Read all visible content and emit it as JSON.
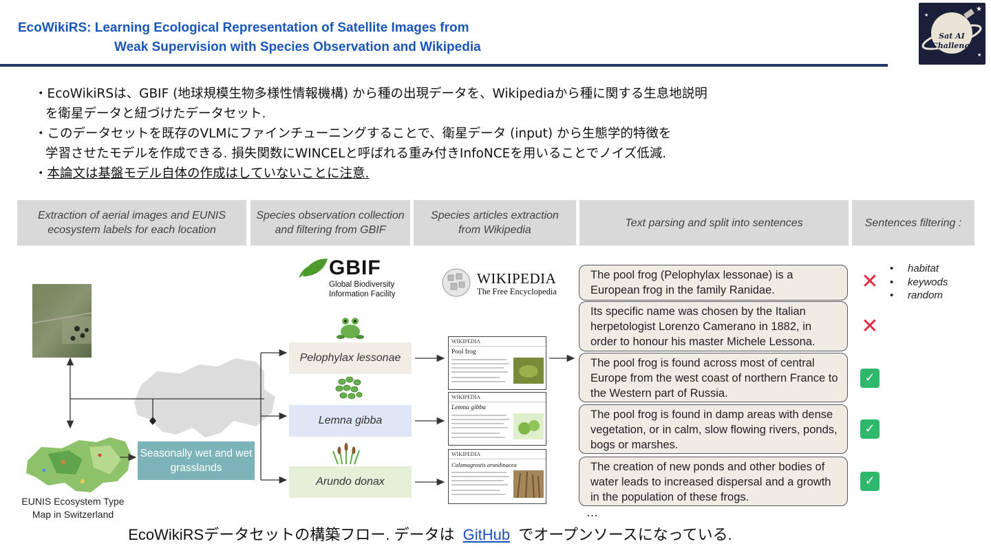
{
  "slide": {
    "title_line1": "EcoWikiRS: Learning Ecological Representation of Satellite Images from",
    "title_line2": "Weak Supervision with Species Observation and Wikipedia",
    "logo_text": "Sat AI Challenge"
  },
  "bullets": {
    "b1_line1": "・EcoWikiRSは、GBIF (地球規模生物多様性情報機構) から種の出現データを、Wikipediaから種に関する生息地説明",
    "b1_line2": "を衛星データと紐づけたデータセット.",
    "b2_line1": "・このデータセットを既存のVLMにファインチューニングすることで、衛星データ (input) から生態学的特徴を",
    "b2_line2": "学習させたモデルを作成できる. 損失関数にWINCELと呼ばれる重み付きInfoNCEを用いることでノイズ低減.",
    "b3_prefix": "・",
    "b3_underlined": "本論文は基盤モデル自体の作成はしていないことに注意."
  },
  "headers": [
    "Extraction of aerial images and EUNIS ecosystem labels for each location",
    "Species observation collection and filtering from GBIF",
    "Species articles extraction from  Wikipedia",
    "Text parsing and split into sentences",
    "Sentences filtering :"
  ],
  "gbif": {
    "name": "GBIF",
    "line1": "Global Biodiversity",
    "line2": "Information Facility"
  },
  "wikipedia": {
    "name": "WIKIPEDIA",
    "tagline": "The Free Encyclopedia"
  },
  "species": [
    "Pelophylax lessonae",
    "Lemna gibba",
    "Arundo donax"
  ],
  "thumbnails": [
    {
      "site": "WIKIPEDIA",
      "title": "Pool frog"
    },
    {
      "site": "WIKIPEDIA",
      "title": "Lemna gibba"
    },
    {
      "site": "WIKIPEDIA",
      "title": "Calamagrostis arundinacea"
    }
  ],
  "ecosystem_label": "Seasonally wet and wet grasslands",
  "eunis_caption": "EUNIS Ecosystem Type Map in Switzerland",
  "sentences": [
    {
      "text": "The pool frog (Pelophylax lessonae) is a European frog in the family Ranidae.",
      "status": "rejected"
    },
    {
      "text": "Its specific name was chosen by the Italian herpetologist Lorenzo Camerano in 1882, in order to honour his master Michele Lessona.",
      "status": "rejected"
    },
    {
      "text": "The pool frog is found across most of central Europe from the west coast of northern France to the Western part of Russia.",
      "status": "accepted"
    },
    {
      "text": "The pool frog is found in damp areas with dense vegetation, or in calm, slow flowing rivers, ponds, bogs or marshes.",
      "status": "accepted"
    },
    {
      "text": "The creation of new ponds and other bodies of water leads to increased dispersal and a growth in the population of these frogs.",
      "status": "accepted"
    }
  ],
  "ellipsis": "…",
  "filters": [
    "habitat",
    "keywods",
    "random"
  ],
  "marks": {
    "cross": "✕",
    "check": "✓"
  },
  "caption": {
    "before": "EcoWikiRSデータセットの構築フロー. データは",
    "link": "GitHub",
    "after": "でオープンソースになっている."
  },
  "colors": {
    "title": "#1a57b8",
    "rule": "#1f3864",
    "header_bg": "#d9d9d9",
    "eco_box": "#7bb3b8",
    "cross": "#e02b3c",
    "check": "#2eb86b",
    "gbif_green": "#4c9a2a"
  }
}
